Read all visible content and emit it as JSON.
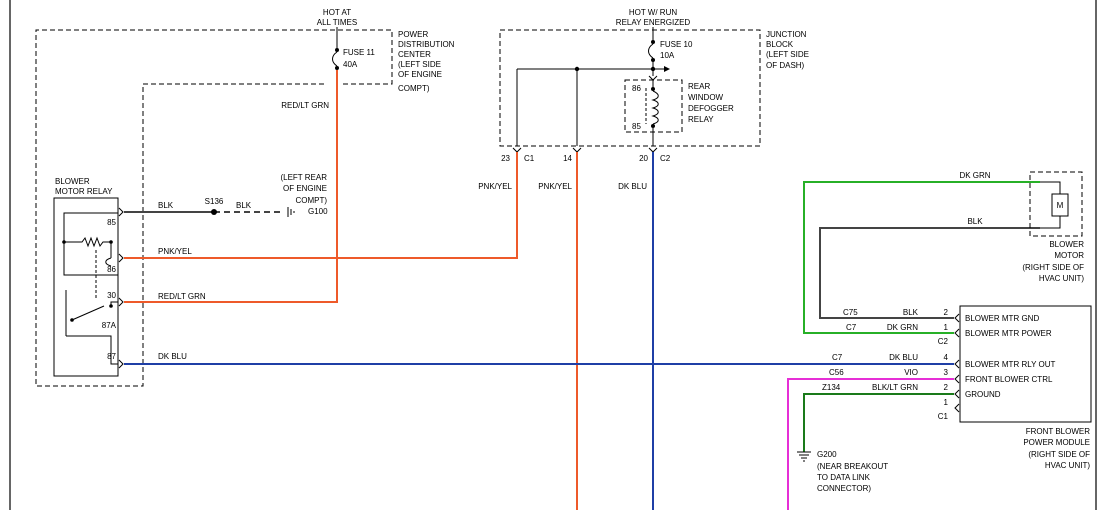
{
  "colors": {
    "blk": "#444444",
    "pnk_yel": "#ee5a2a",
    "red_lt_grn": "#ee5a2a",
    "dk_blu": "#1f3fa6",
    "dk_grn": "#27b027",
    "blk_lt_grn": "#1a7a1a",
    "vio": "#e62fd6"
  },
  "pdc": {
    "hot_label_1": "HOT AT",
    "hot_label_2": "ALL TIMES",
    "name_lines": [
      "POWER",
      "DISTRIBUTION",
      "CENTER",
      "(LEFT SIDE",
      "OF ENGINE",
      "COMPT)"
    ],
    "fuse_name": "FUSE 11",
    "fuse_rating": "40A",
    "output_wire": "RED/LT GRN"
  },
  "junction_block": {
    "hot_label_1": "HOT W/ RUN",
    "hot_label_2": "RELAY ENERGIZED",
    "name_lines": [
      "JUNCTION",
      "BLOCK",
      "(LEFT SIDE",
      "OF DASH)"
    ],
    "fuse_name": "FUSE 10",
    "fuse_rating": "10A",
    "relay_lines": [
      "REAR",
      "WINDOW",
      "DEFOGGER",
      "RELAY"
    ],
    "relay_pin_top": "86",
    "relay_pin_bottom": "85",
    "pins": [
      {
        "pin": "23",
        "connector": "C1",
        "wire": "PNK/YEL"
      },
      {
        "pin": "14",
        "connector": "",
        "wire": "PNK/YEL"
      },
      {
        "pin": "20",
        "connector": "C2",
        "wire": "DK BLU"
      }
    ]
  },
  "blower_relay": {
    "name_1": "BLOWER",
    "name_2": "MOTOR RELAY",
    "pins": [
      "85",
      "86",
      "30",
      "87A",
      "87"
    ],
    "wires": [
      "BLK",
      "PNK/YEL",
      "RED/LT GRN",
      "DK BLU"
    ]
  },
  "splice": {
    "name": "S136",
    "wire": "BLK",
    "ground_name": "G100",
    "location_lines": [
      "(LEFT REAR",
      "OF ENGINE",
      "COMPT)"
    ]
  },
  "blower_motor": {
    "symbol": "M",
    "wire_top": "DK GRN",
    "wire_bottom": "BLK",
    "name_lines": [
      "BLOWER",
      "MOTOR",
      "(RIGHT SIDE OF",
      "HVAC UNIT)"
    ]
  },
  "module": {
    "connectors": [
      {
        "connector": "C75",
        "wire": "BLK",
        "pin": "2",
        "label": "BLOWER MTR GND"
      },
      {
        "connector": "C7",
        "wire": "DK GRN",
        "pin": "1",
        "label": "BLOWER MTR POWER"
      },
      {
        "connector": "C7",
        "wire": "DK BLU",
        "pin": "4",
        "label": "BLOWER MTR RLY OUT"
      },
      {
        "connector": "C56",
        "wire": "VIO",
        "pin": "3",
        "label": "FRONT BLOWER CTRL"
      },
      {
        "connector": "Z134",
        "wire": "BLK/LT GRN",
        "pin": "2",
        "label": "GROUND"
      },
      {
        "connector": "",
        "wire": "",
        "pin": "1",
        "label": ""
      }
    ],
    "c2_label": "C2",
    "c1_label": "C1",
    "name_lines": [
      "FRONT BLOWER",
      "POWER MODULE",
      "(RIGHT SIDE OF",
      "HVAC UNIT)"
    ]
  },
  "ground_g200": {
    "name": "G200",
    "location_lines": [
      "(NEAR BREAKOUT",
      "TO DATA LINK",
      "CONNECTOR)"
    ]
  }
}
